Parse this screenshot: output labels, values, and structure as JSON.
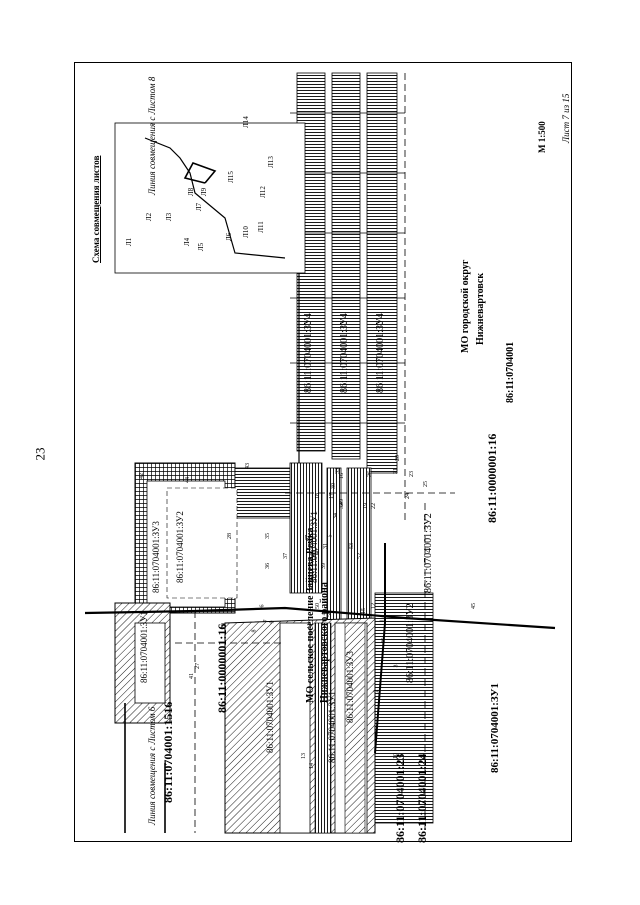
{
  "page_number": "23",
  "sheet": {
    "sheet_label": "Лист 7 из 15",
    "scale": "М 1:500",
    "match_line_top": "Линия совмещения с Листом 8",
    "match_line_bottom": "Линия совмещения с Листом 6"
  },
  "municipalities": {
    "left_1": "МО сельское поселение Зайцева Речка",
    "left_2": "Нижневартовского района",
    "right_1": "МО городской округ",
    "right_2": "Нижневартовск"
  },
  "cadastral": {
    "q_1516": "86:11:0704001:1516",
    "q_16_left": "86:11:0000001:16",
    "q_16_right": "86:11:0000001:16",
    "q_23": "86:11:0704001:23",
    "q_24": "86:11:0704001:24",
    "q_0704001": "86:11:0704001",
    "zu1_a": "86:11:0704001:ЗУ1",
    "zu1_b": "86:11:0704001:ЗУ1",
    "zu1_c": "86:11:0704001:ЗУ1",
    "zu1_d": "86:11:0704001:ЗУ1",
    "zu1_e": "86:11:0704001:ЗУ1",
    "zu2_a": "86:11:0704001:ЗУ2",
    "zu2_b": "86:11:0704001:ЗУ2",
    "zu2_c": "86:11:0704001:ЗУ2",
    "zu3_a": "86:11:0704001:ЗУ3",
    "zu3_b": "86:11:0704001:ЗУ3",
    "zu4_a": "86:11:0704001:ЗУ4",
    "zu4_b": "86:11:0704001:ЗУ4",
    "zu4_c": "86:11:0704001:ЗУ4"
  },
  "inset": {
    "title": "Схема совмещения листов",
    "labels": [
      "Л1",
      "Л2",
      "Л3",
      "Л4",
      "Л5",
      "Л6",
      "Л7",
      "Л8",
      "Л9",
      "Л10",
      "Л11",
      "Л12",
      "Л13",
      "Л14",
      "Л15"
    ]
  },
  "points": [
    "1",
    "2",
    "3",
    "4",
    "5",
    "6",
    "7",
    "8",
    "9",
    "10",
    "11",
    "12",
    "13",
    "14",
    "15",
    "16",
    "17",
    "18",
    "19",
    "20",
    "21",
    "22",
    "23",
    "24",
    "25",
    "26",
    "27",
    "28",
    "29",
    "30",
    "31",
    "32",
    "33",
    "34",
    "35",
    "36",
    "37",
    "38",
    "39",
    "40",
    "41",
    "42",
    "43",
    "44",
    "45",
    "46",
    "47",
    "48",
    "49",
    "50",
    "51",
    "52",
    "53"
  ]
}
